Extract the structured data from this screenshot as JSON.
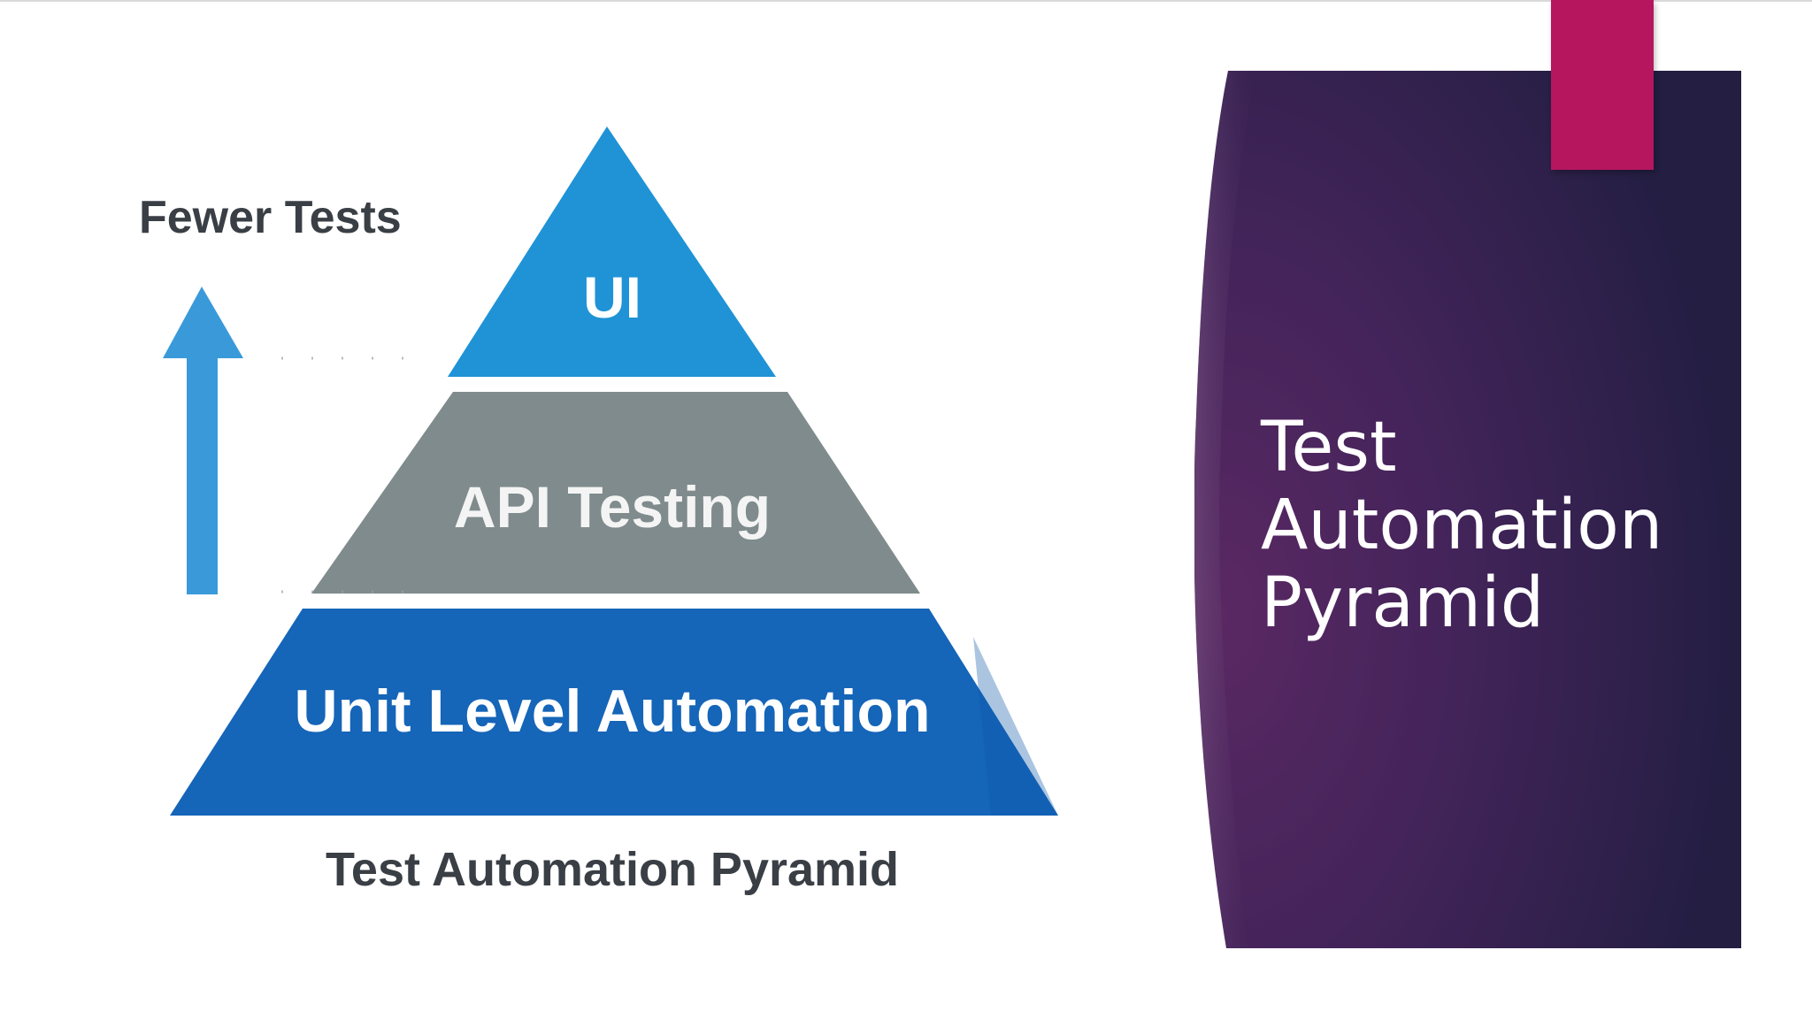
{
  "slide": {
    "title_lines": [
      "Test",
      "Automation",
      "Pyramid"
    ]
  },
  "diagram": {
    "side_label": "Fewer Tests",
    "caption": "Test Automation Pyramid",
    "tiers": [
      {
        "label": "UI",
        "color": "#1f93d6"
      },
      {
        "label": "API Testing",
        "color": "#7f8b8c"
      },
      {
        "label": "Unit Level Automation",
        "color": "#1565b8"
      }
    ],
    "arrow_color": "#3a9ad9"
  },
  "colors": {
    "panel_dark": "#2a1f45",
    "panel_purple": "#55275e",
    "accent": "#b5165e"
  }
}
